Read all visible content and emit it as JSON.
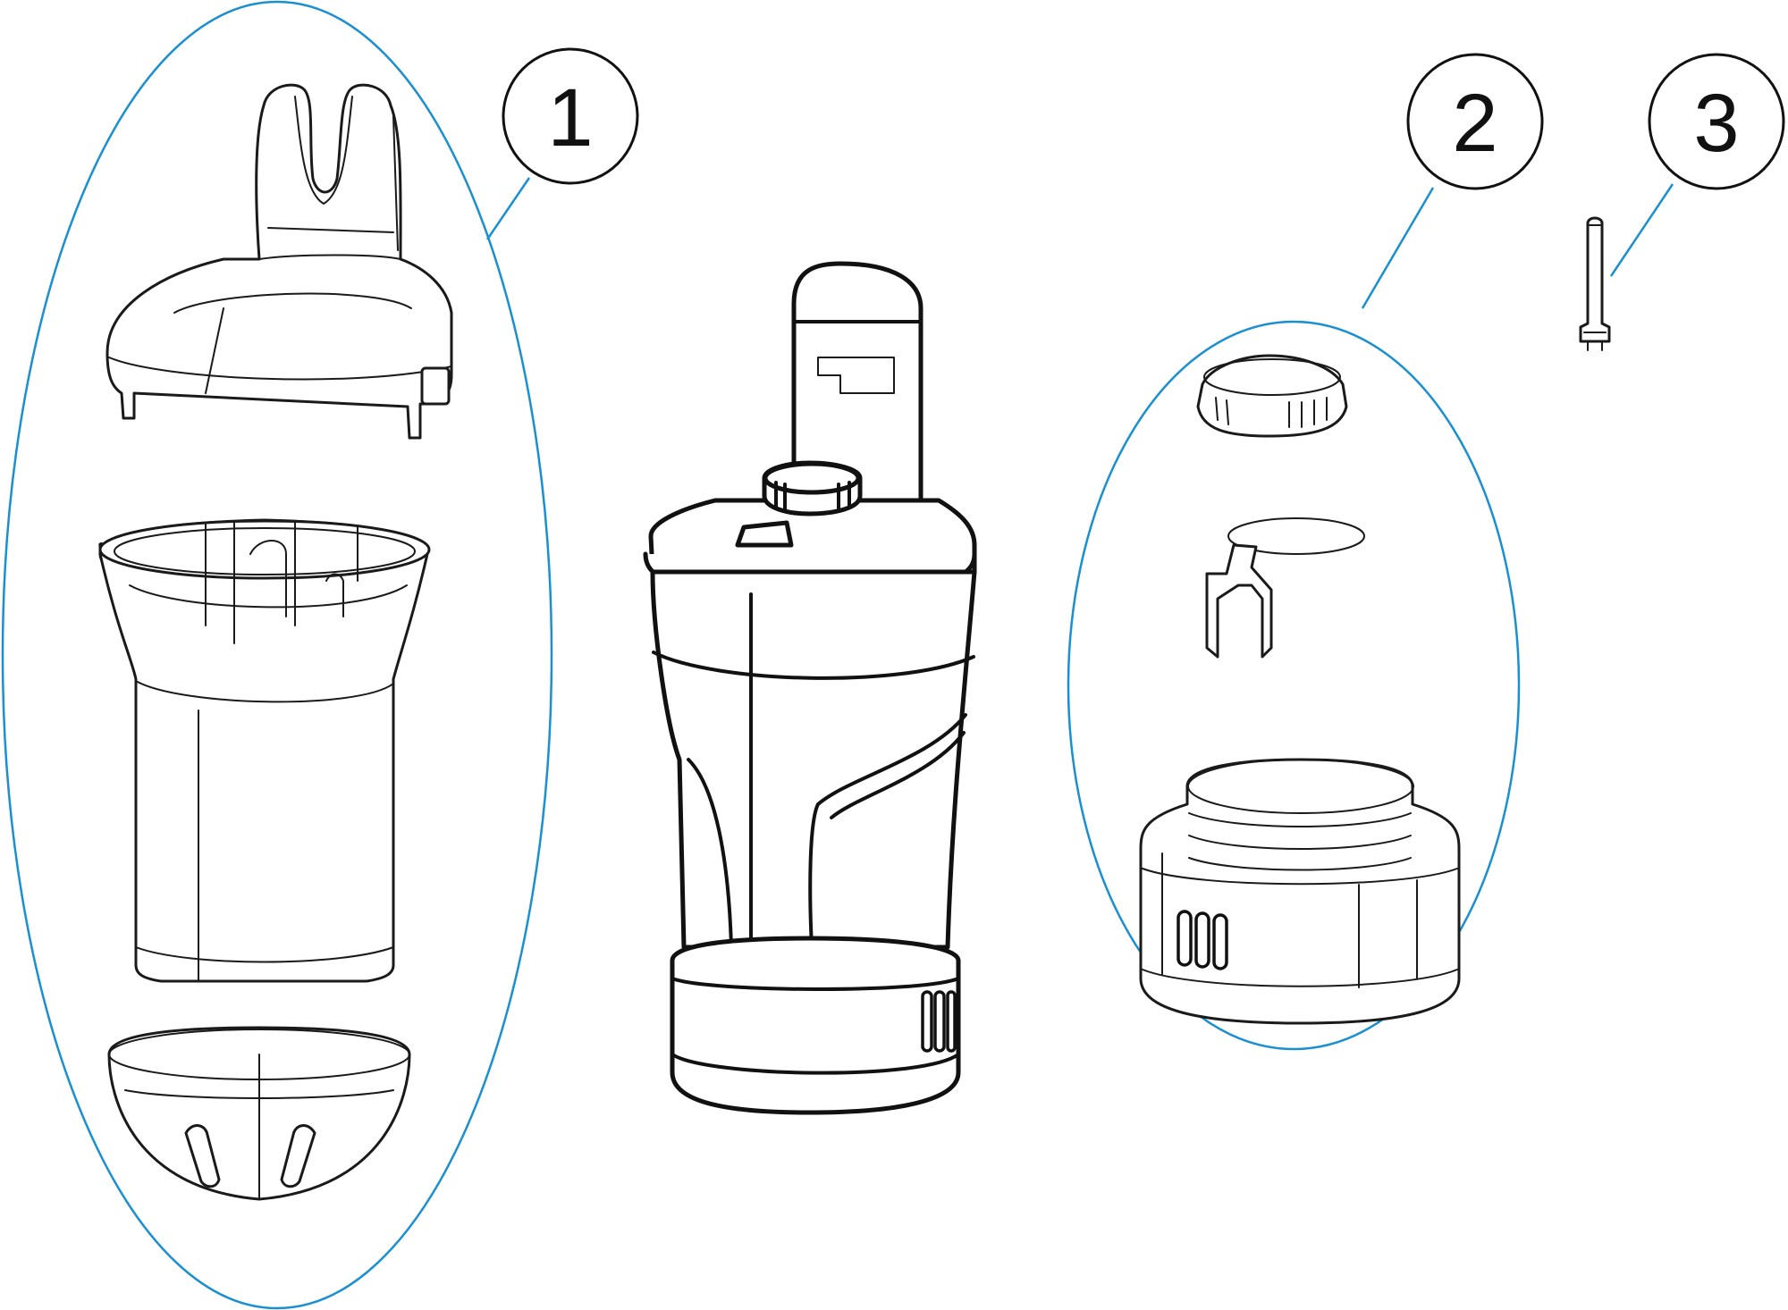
{
  "colors": {
    "group_outline": "#1a8fd1",
    "line_art": "#1a1a1a",
    "background": "#ffffff"
  },
  "callouts": [
    {
      "id": "1",
      "label": "1"
    },
    {
      "id": "2",
      "label": "2"
    },
    {
      "id": "3",
      "label": "3"
    }
  ]
}
